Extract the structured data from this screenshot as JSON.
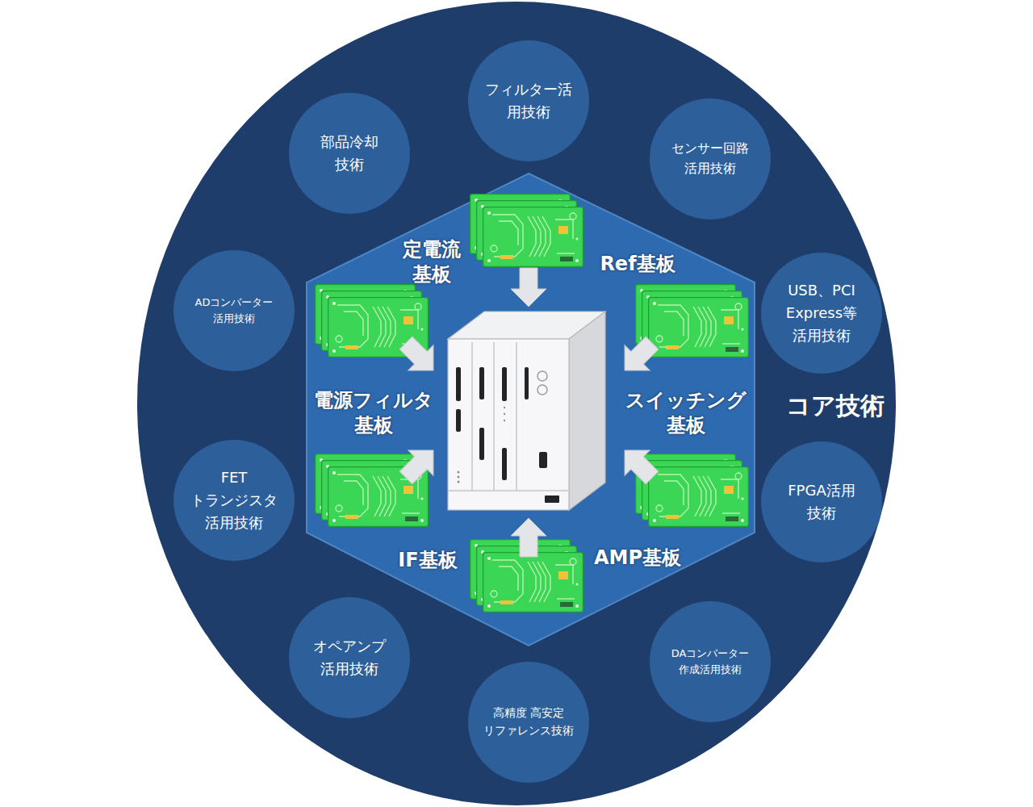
{
  "diagram": {
    "nodes": [
      {
        "text": [
          "コア技術"
        ]
      },
      {
        "text": [
          "フィルター活 用技術"
        ],
        "in": 0
      },
      {
        "text": [
          "センサー回路 活用技術"
        ],
        "in": 0
      },
      {
        "text": [
          "USB、PCI Express等 活用技術"
        ],
        "in": 0
      },
      {
        "text": [
          "FPGA活用 技術"
        ],
        "in": 0
      },
      {
        "text": [
          "DAコンバーター 作成活用技術"
        ],
        "in": 0
      },
      {
        "text": [
          "高精度 高安定 リファレンス技術"
        ],
        "in": 0
      },
      {
        "text": [
          "オペアンプ 活用技術"
        ],
        "in": 0
      },
      {
        "text": [
          "FET トランジスタ 活用技術"
        ],
        "in": 0
      },
      {
        "text": [
          "ADコンバーター 活用技術"
        ],
        "in": 0
      },
      {
        "text": [
          "部品冷却 技術"
        ],
        "in": 0
      }
    ],
    "labels": [
      "定電流 基板",
      "Ref基板",
      "電源フィルタ 基板",
      "スイッチング 基板",
      "IF基板",
      "AMP基板"
    ]
  }
}
